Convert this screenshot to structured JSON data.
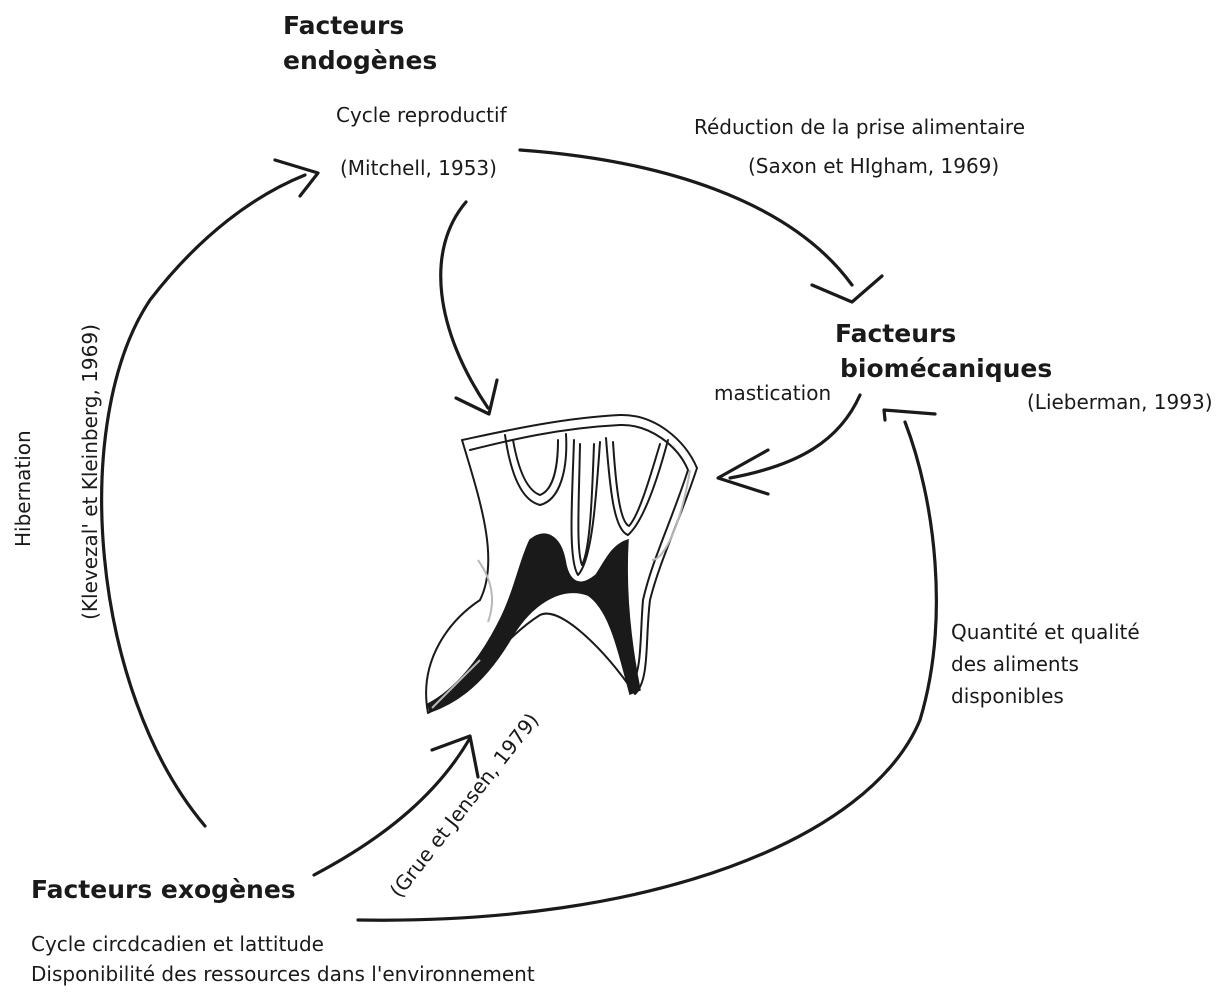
{
  "endogenous": {
    "title_line1": "Facteurs",
    "title_line2": "endogènes",
    "factor": "Cycle reproductif",
    "ref": "(Mitchell, 1953)"
  },
  "biomechanical": {
    "title_line1": "Facteurs",
    "title_line2": "biomécaniques",
    "ref": "(Lieberman, 1993)",
    "mastication": "mastication"
  },
  "exogenous": {
    "title": "Facteurs exogènes",
    "line1": "Cycle circdcadien et lattitude",
    "line2": "Disponibilité des ressources dans l'environnement"
  },
  "links": {
    "food_reduction": "Réduction de la prise alimentaire",
    "food_reduction_ref": "(Saxon et HIgham, 1969)",
    "hibernation": "Hibernation",
    "hibernation_ref": "(Klevezal' et Kleinberg, 1969)",
    "grue_ref": "(Grue et Jensen, 1979)",
    "food_quantity_line1": "Quantité et qualité",
    "food_quantity_line2": "des aliments",
    "food_quantity_line3": "disponibles"
  },
  "center": {
    "icon": "tooth-cross-section-icon"
  },
  "colors": {
    "ink": "#1a1a1a",
    "background": "#ffffff"
  }
}
